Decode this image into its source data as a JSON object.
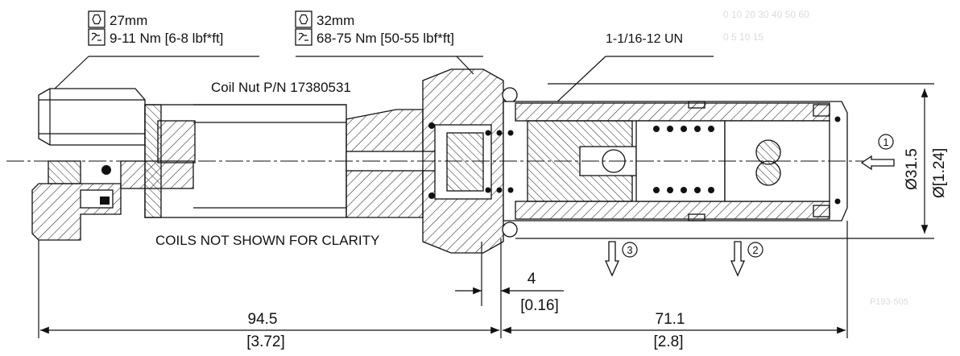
{
  "labels": {
    "hex1_size": "27mm",
    "hex1_torque": "9-11 Nm [6-8 lbf*ft]",
    "hex2_size": "32mm",
    "hex2_torque": "68-75 Nm [50-55 lbf*ft]",
    "thread": "1-1/16-12 UN",
    "coil_nut": "Coil Nut  P/N 17380531",
    "coils_note": "COILS NOT SHOWN FOR CLARITY"
  },
  "dimensions": {
    "left_length_mm": "94.5",
    "left_length_in": "[3.72]",
    "right_length_mm": "71.1",
    "right_length_in": "[2.8]",
    "gap_mm": "4",
    "gap_in": "[0.16]",
    "diameter_mm": "Ø31.5",
    "diameter_in": "Ø[1.24]"
  },
  "ports": {
    "port1": "1",
    "port2": "2",
    "port3": "3"
  },
  "background_faint": {
    "scale_top": "0     10     20     30     40     50     60",
    "scale_bottom": "0          5          10          15",
    "drawing_code": "P193-505"
  }
}
